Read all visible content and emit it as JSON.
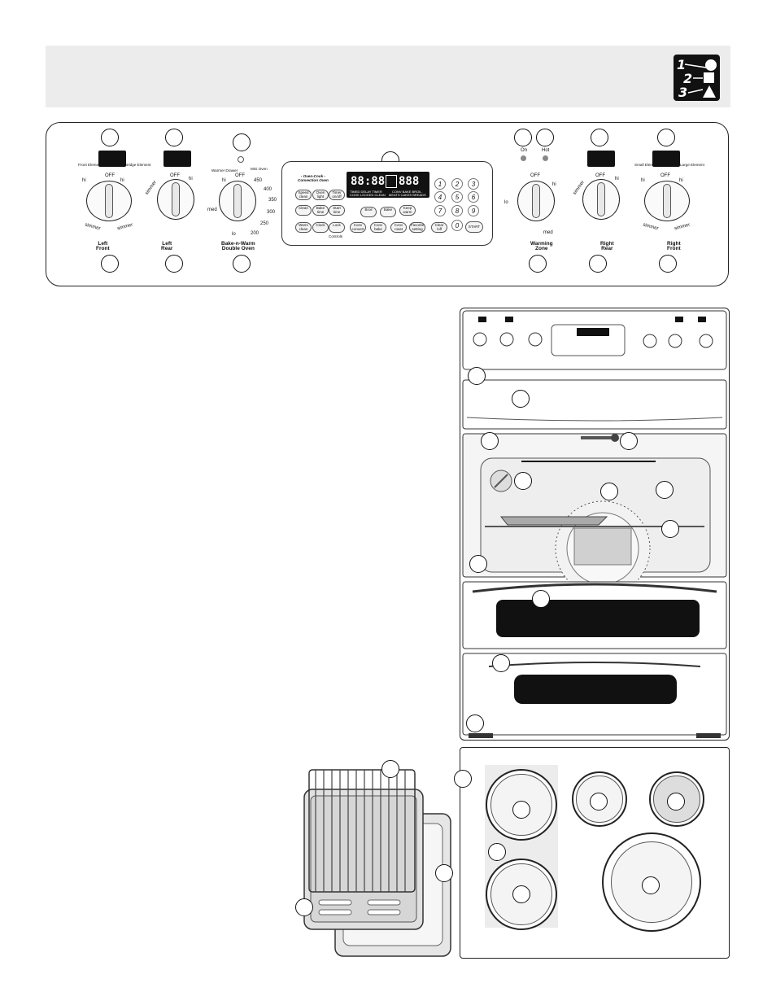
{
  "control_panel": {
    "left_front": {
      "label": "Left\nFront",
      "elem_labels": [
        "Front\nElement",
        "Bridge\nElement"
      ],
      "hi_left": "hi",
      "hi_right": "hi",
      "off": "OFF",
      "simmer_a": "simmer",
      "simmer_b": "simmer"
    },
    "left_rear": {
      "label": "Left\nRear",
      "off": "OFF",
      "hi": "hi",
      "simmer": "simmer"
    },
    "bake_warm": {
      "label": "Bake-n-Warm\nDouble Oven",
      "warmer": "Warmer\nDrawer",
      "mini": "Mini\nOven",
      "hi": "hi",
      "off": "OFF",
      "t450": "450",
      "t400": "400",
      "t350": "350",
      "t300": "300",
      "t250": "250",
      "t200": "200",
      "med": "med",
      "lo": "lo"
    },
    "oven_title": "- Oven-Cook -\nConvection Oven",
    "lcd": {
      "clock": "88:88",
      "temp": "888",
      "sub1": "TIMED DELAY  TIMER",
      "sub2": "COOK  LOCKED CLEAN",
      "sub3": "CONV  BAKE  BROIL",
      "sub4": "MEATS  CAKES  BREADS"
    },
    "pads_left": [
      [
        "Speed\nclean",
        "Oven\nlight",
        "Timer\non/off"
      ],
      [
        "Clean",
        "Bake\ntime",
        "Start\ntime"
      ],
      [
        "Warm\nclean",
        "Clock",
        "Lock"
      ]
    ],
    "lock_sub": "Controls",
    "pads_bottom": [
      "Broil",
      "Bake",
      "Keep\nwarm"
    ],
    "pads_bottom2": [
      "Conv\nconvert",
      "Conv\nbake",
      "Conv\nroast",
      "Favorite\nsetting"
    ],
    "numbers": [
      "1",
      "2",
      "3",
      "4",
      "5",
      "6",
      "7",
      "8",
      "9",
      "0"
    ],
    "clear_off": "Clear\n/off",
    "start": "START",
    "on": "On",
    "hot": "Hot",
    "warming": {
      "label": "Warming\nZone",
      "off": "OFF",
      "hi": "hi",
      "lo": "lo",
      "med": "med"
    },
    "right_rear": {
      "label": "Right\nRear",
      "off": "OFF",
      "hi": "hi",
      "simmer": "simmer"
    },
    "right_front": {
      "label": "Right\nFront",
      "elem_labels": [
        "Small\nElement",
        "Large\nElement"
      ],
      "hi_left": "hi",
      "hi_right": "hi",
      "off": "OFF",
      "simmer_a": "simmer",
      "simmer_b": "simmer"
    }
  },
  "colors": {
    "band": "#ececec",
    "ink": "#111111",
    "panel_bg": "#ffffff"
  }
}
